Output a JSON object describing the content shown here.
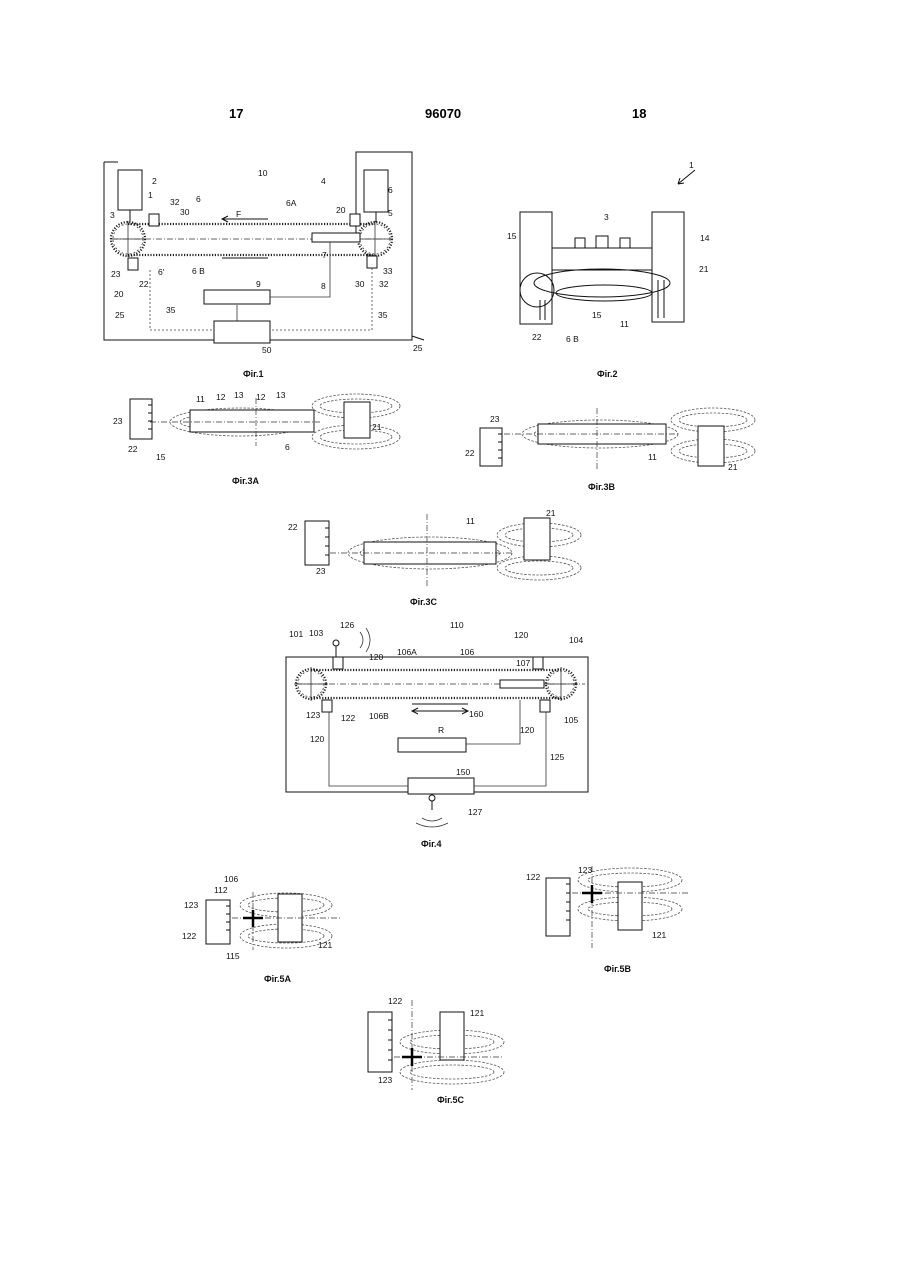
{
  "header": {
    "left_page": "17",
    "doc_number": "96070",
    "right_page": "18"
  },
  "fig1": {
    "caption": "Фіг.1",
    "labels": {
      "l10": "10",
      "l4": "4",
      "l2": "2",
      "l1": "1",
      "l32a": "32",
      "l30a": "30",
      "l6a": "6",
      "lF": "F",
      "l6A": "6A",
      "l20a": "20",
      "l6b": "6",
      "l5": "5",
      "l3": "3",
      "l7": "7",
      "l23": "23",
      "l6prime": "6'",
      "l6B": "6 B",
      "l20b": "20",
      "l22": "22",
      "l30b": "30",
      "l33": "33",
      "l32b": "32",
      "l9": "9",
      "l8": "8",
      "l25a": "25",
      "l35a": "35",
      "l35b": "35",
      "l50": "50",
      "l25b": "25"
    }
  },
  "fig2": {
    "caption": "Фіг.2",
    "labels": {
      "l1": "1",
      "l3": "3",
      "l15": "15",
      "l14": "14",
      "l21": "21",
      "l22": "22",
      "l6B": "6 B",
      "l15b": "15",
      "l11": "11"
    }
  },
  "fig3a": {
    "caption": "Фіг.3А",
    "labels": {
      "l11": "11",
      "l12a": "12",
      "l13a": "13",
      "l12b": "12",
      "l13b": "13",
      "l23": "23",
      "l21": "21",
      "l22": "22",
      "l6": "6",
      "l15": "15"
    }
  },
  "fig3b": {
    "caption": "Фіг.3В",
    "labels": {
      "l23": "23",
      "l22": "22",
      "l11": "11",
      "l21": "21"
    }
  },
  "fig3c": {
    "caption": "Фіг.3С",
    "labels": {
      "l22": "22",
      "l11": "11",
      "l21": "21",
      "l23": "23"
    }
  },
  "fig4": {
    "caption": "Фіг.4",
    "labels": {
      "l126": "126",
      "l110": "110",
      "l120a": "120",
      "l101": "101",
      "l103": "103",
      "l104": "104",
      "l120b": "120",
      "l106A": "106A",
      "l106": "106",
      "l107": "107",
      "l123": "123",
      "l122": "122",
      "l106B": "106B",
      "l160": "160",
      "l105": "105",
      "lR": "R",
      "l120c": "120",
      "l120d": "120",
      "l125": "125",
      "l150": "150",
      "l127": "127"
    }
  },
  "fig5a": {
    "caption": "Фіг.5А",
    "labels": {
      "l112": "112",
      "l106": "106",
      "l123": "123",
      "l122": "122",
      "l121": "121",
      "l115": "115"
    }
  },
  "fig5b": {
    "caption": "Фіг.5В",
    "labels": {
      "l122": "122",
      "l123": "123",
      "l121": "121"
    }
  },
  "fig5c": {
    "caption": "Фіг.5С",
    "labels": {
      "l122": "122",
      "l121": "121",
      "l123": "123"
    }
  }
}
